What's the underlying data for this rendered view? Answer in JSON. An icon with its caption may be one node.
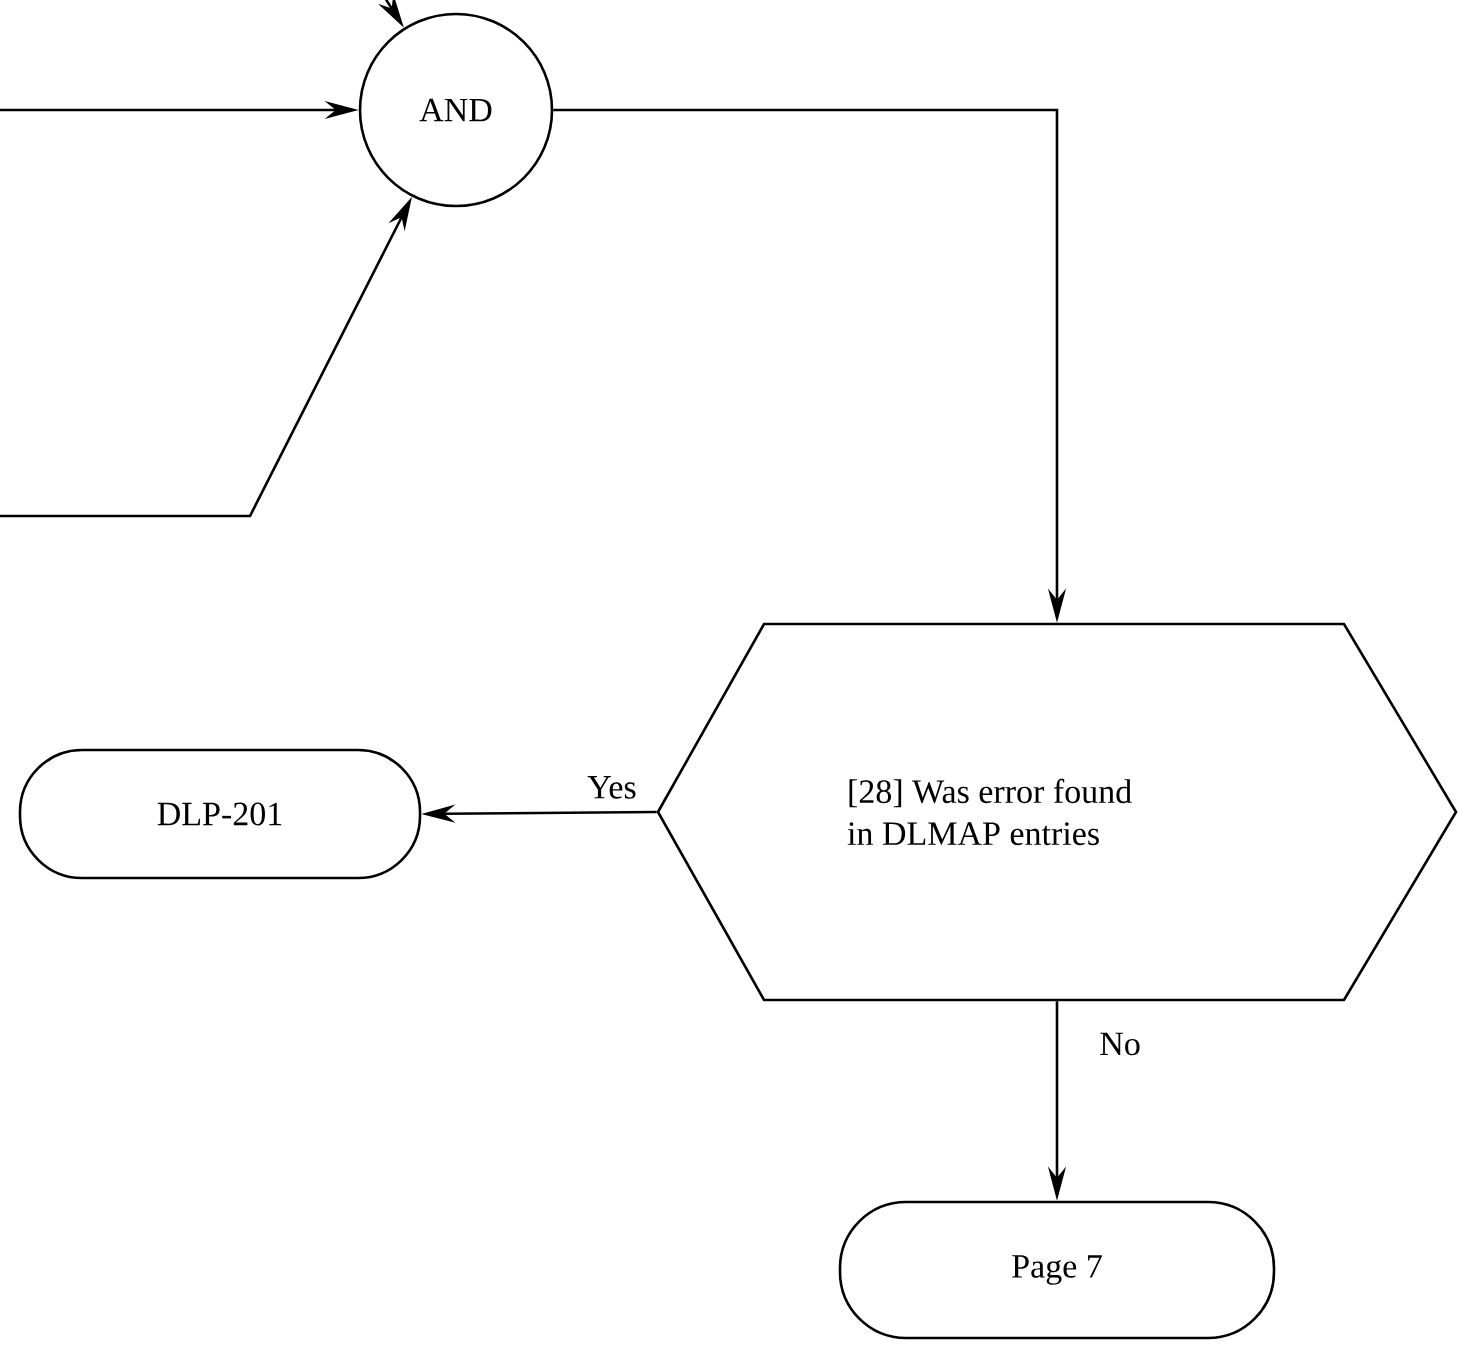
{
  "diagram": {
    "nodes": [
      {
        "text": [
          "AND"
        ]
      },
      {
        "text": [
          "[28] Was error found in DLMAP entries"
        ]
      },
      {
        "text": [
          "DLP-201"
        ]
      },
      {
        "text": [
          "Page 7"
        ]
      }
    ],
    "edges": [
      {
        "from": null,
        "to": 0,
        "arrow": "to"
      },
      {
        "from": null,
        "to": 0,
        "arrow": "to"
      },
      {
        "from": null,
        "to": 0,
        "arrow": "to"
      },
      {
        "from": 0,
        "to": 1,
        "arrow": "to"
      },
      {
        "from": 1,
        "to": 2,
        "arrow": "to",
        "label": "Yes"
      },
      {
        "from": 1,
        "to": 3,
        "arrow": "to",
        "label": "No"
      }
    ]
  }
}
